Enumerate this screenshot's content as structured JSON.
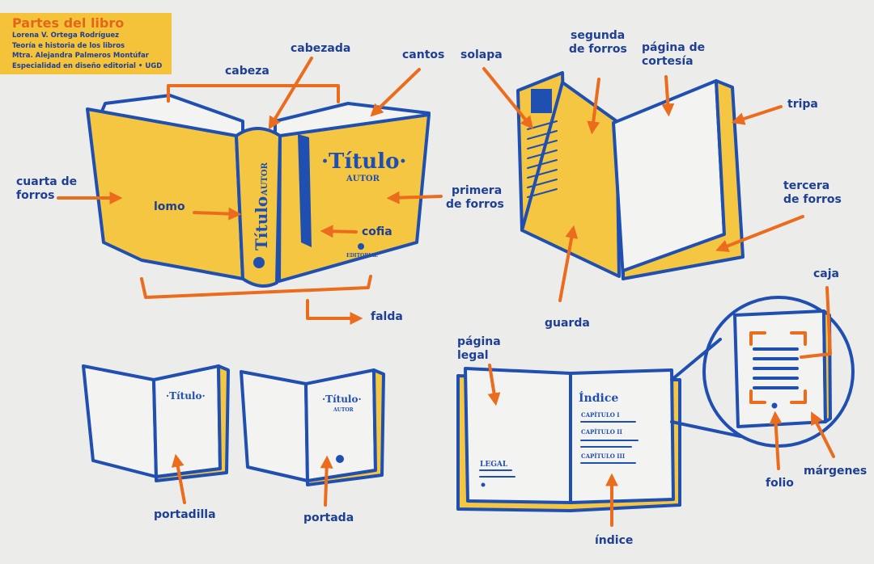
{
  "header": {
    "title": "Partes del libro",
    "lines": [
      "Lorena V. Ortega Rodríguez",
      "Teoría e historia de los libros",
      "Mtra. Alejandra Palmeros Montúfar",
      "Especialidad en diseño editorial • UGD"
    ]
  },
  "labels": {
    "cabeza": "cabeza",
    "cabezada": "cabezada",
    "cantos": "cantos",
    "cuarta_de_forros_1": "cuarta de",
    "cuarta_de_forros_2": "forros",
    "lomo": "lomo",
    "cofia": "cofia",
    "primera_de_forros_1": "primera",
    "primera_de_forros_2": "de forros",
    "falda": "falda",
    "solapa": "solapa",
    "segunda_de_forros_1": "segunda",
    "segunda_de_forros_2": "de forros",
    "pagina_de_cortesia_1": "página de",
    "pagina_de_cortesia_2": "cortesía",
    "tripa": "tripa",
    "tercera_de_forros_1": "tercera",
    "tercera_de_forros_2": "de forros",
    "guarda": "guarda",
    "portadilla": "portadilla",
    "portada": "portada",
    "pagina_legal_1": "página",
    "pagina_legal_2": "legal",
    "indice": "índice",
    "caja": "caja",
    "margenes": "márgenes",
    "folio": "folio"
  },
  "book_text": {
    "cover_title": "·Título·",
    "cover_author": "AUTOR",
    "spine_title": "Título",
    "spine_author": "AUTOR",
    "publisher": "EDITORIAL",
    "portadilla_title": "·Título·",
    "portada_title": "·Título·",
    "portada_author": "AUTOR",
    "legal": "LEGAL",
    "indice_heading": "Índice",
    "cap1": "CAPÍTULO I",
    "cap2": "CAPÍTULO II",
    "cap3": "CAPÍTULO III"
  },
  "colors": {
    "ink_blue": "#1f4fb0",
    "label_blue": "#1f3f95",
    "arrow_orange": "#ec6c1d",
    "cover_yellow": "#f5c641",
    "background": "#ececeb"
  }
}
